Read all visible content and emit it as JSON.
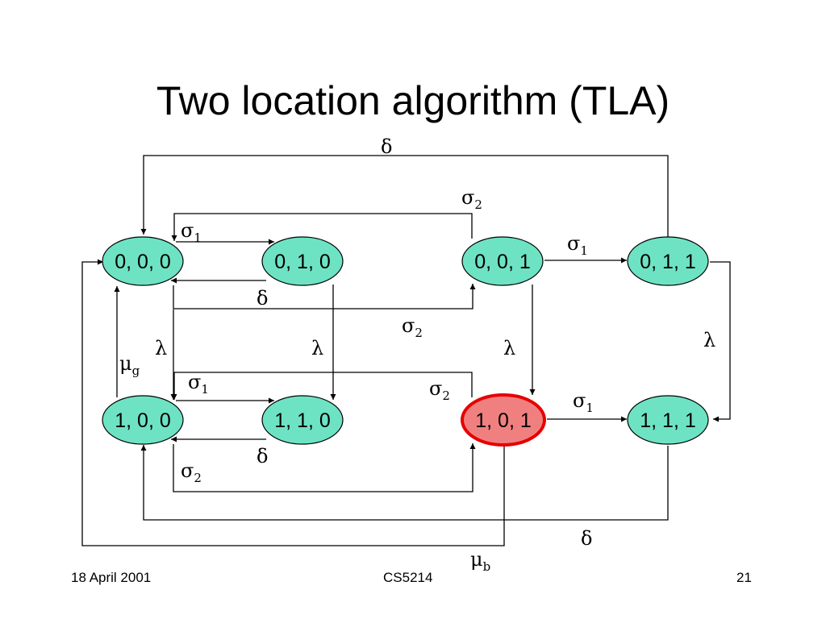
{
  "slide": {
    "title": "Two location algorithm (TLA)",
    "footer": {
      "date": "18 April 2001",
      "course": "CS5214",
      "page": "21"
    }
  },
  "diagram": {
    "states": [
      {
        "id": "s000",
        "label": "0, 0, 0",
        "highlighted": false
      },
      {
        "id": "s010",
        "label": "0, 1, 0",
        "highlighted": false
      },
      {
        "id": "s001",
        "label": "0, 0, 1",
        "highlighted": false
      },
      {
        "id": "s011",
        "label": "0, 1, 1",
        "highlighted": false
      },
      {
        "id": "s100",
        "label": "1, 0, 0",
        "highlighted": false
      },
      {
        "id": "s110",
        "label": "1, 1, 0",
        "highlighted": false
      },
      {
        "id": "s101",
        "label": "1, 0, 1",
        "highlighted": true
      },
      {
        "id": "s111",
        "label": "1, 1, 1",
        "highlighted": false
      }
    ],
    "symbols": {
      "delta": "δ",
      "sigma": "σ",
      "lambda": "λ",
      "mu": "μ",
      "sub_1": "1",
      "sub_2": "2",
      "sub_g": "g",
      "sub_b": "b"
    },
    "colors": {
      "state_fill": "#6ee3c4",
      "highlight_fill": "#f08080",
      "highlight_border": "#e60000",
      "line": "#000000"
    }
  }
}
